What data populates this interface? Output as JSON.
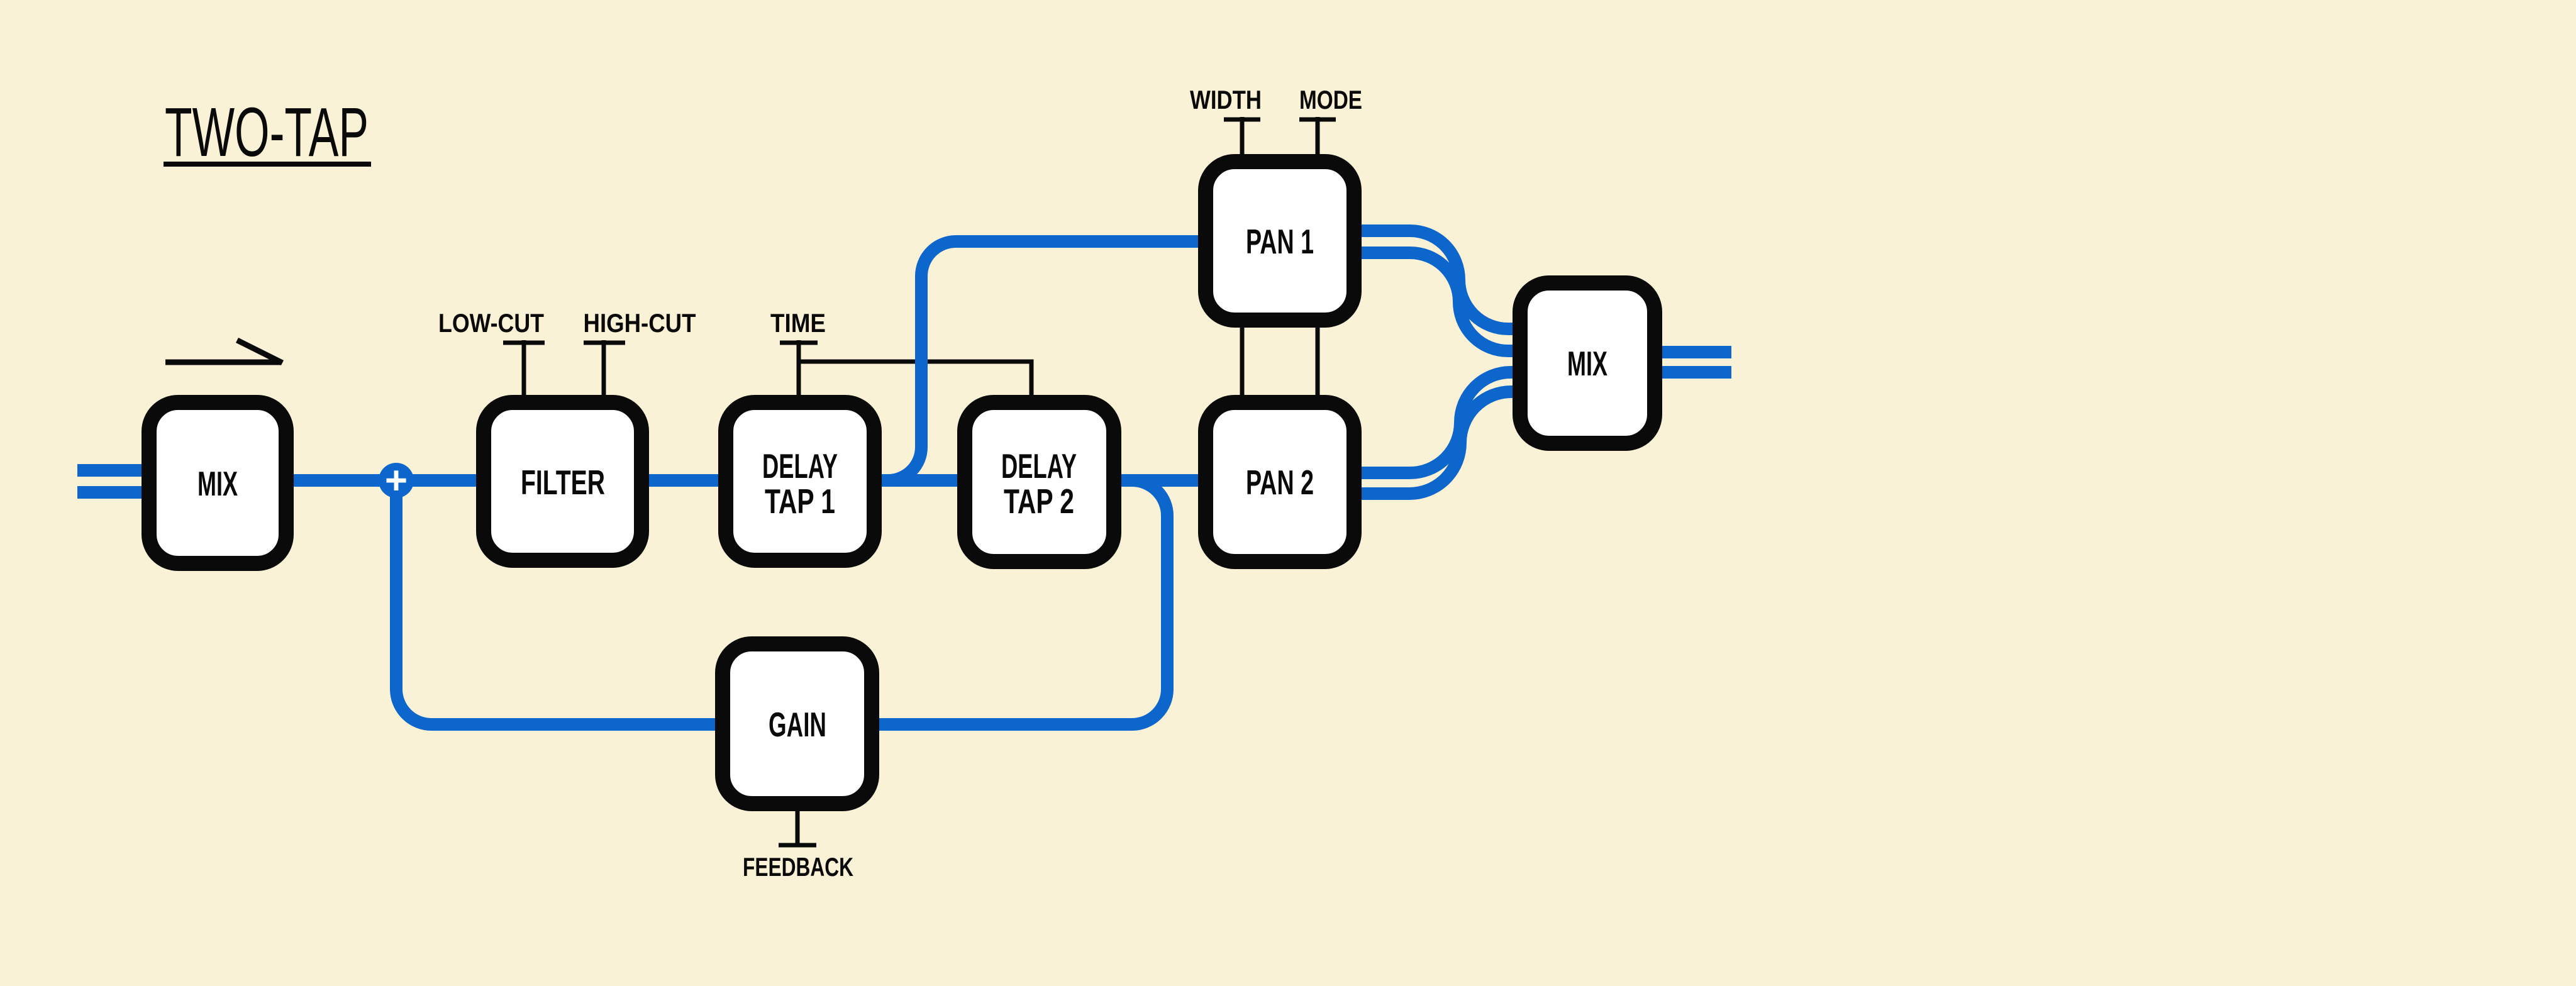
{
  "title": "TWO-TAP",
  "colors": {
    "background": "#FAF2D6",
    "wire_blue": "#0D66CB",
    "ink_black": "#0A0A0A",
    "block_fill": "#FFFFFF"
  },
  "blocks": {
    "mix_in": {
      "label": "MIX"
    },
    "filter": {
      "label": "FILTER"
    },
    "delay_tap_1": {
      "line1": "DELAY",
      "line2": "TAP 1"
    },
    "delay_tap_2": {
      "line1": "DELAY",
      "line2": "TAP 2"
    },
    "pan_1": {
      "label": "PAN 1"
    },
    "pan_2": {
      "label": "PAN 2"
    },
    "mix_out": {
      "label": "MIX"
    },
    "gain": {
      "label": "GAIN"
    }
  },
  "params": {
    "low_cut": "LOW-CUT",
    "high_cut": "HIGH-CUT",
    "time": "TIME",
    "width": "WIDTH",
    "mode": "MODE",
    "feedback": "FEEDBACK"
  },
  "sum_node": {
    "symbol": "+"
  }
}
